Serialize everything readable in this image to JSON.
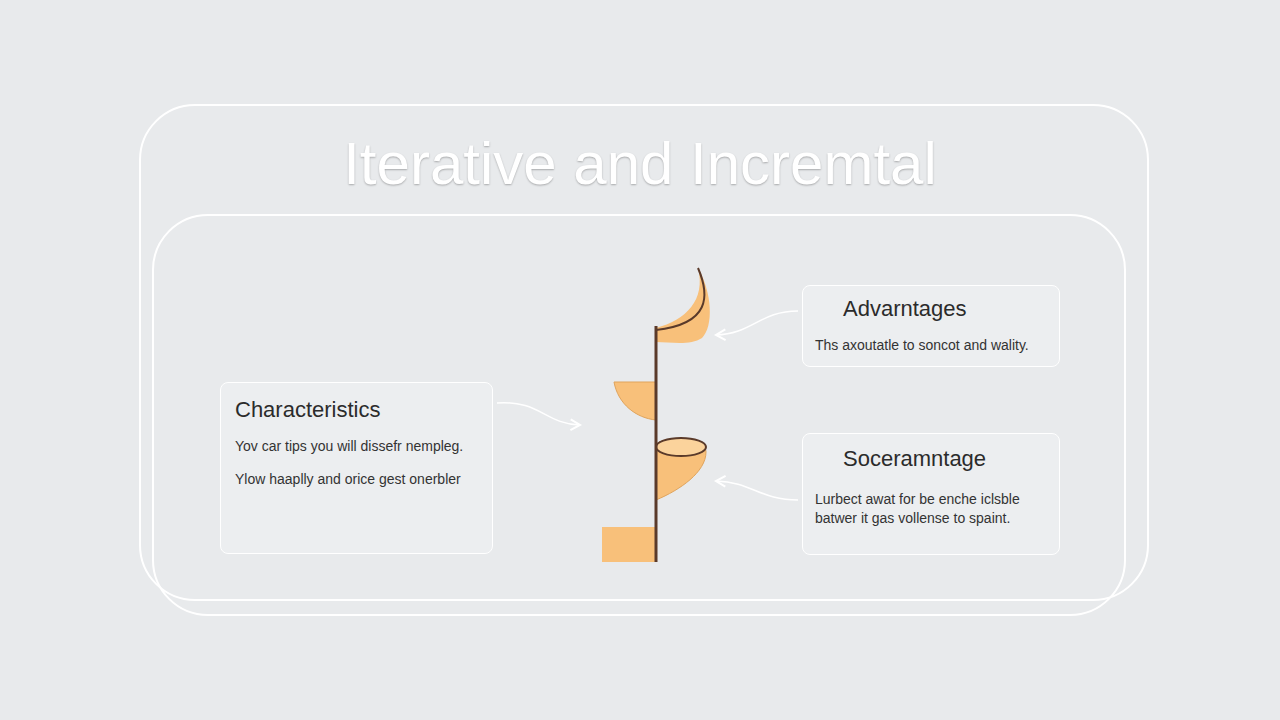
{
  "diagram": {
    "title": "Iterative and Incremtal",
    "nodes": [
      {
        "text": [
          "Characteristics",
          "Yov car tips you will dissefr nempleg.",
          "Ylow haaplly and orice gest onerbler"
        ]
      },
      {
        "text": [
          "Advarntages",
          "Ths axoutatle to soncot and wality."
        ]
      },
      {
        "text": [
          "Soceramntage",
          "Lurbect awat for be enche iclsble batwer it gas vollense to spaint."
        ]
      }
    ]
  }
}
